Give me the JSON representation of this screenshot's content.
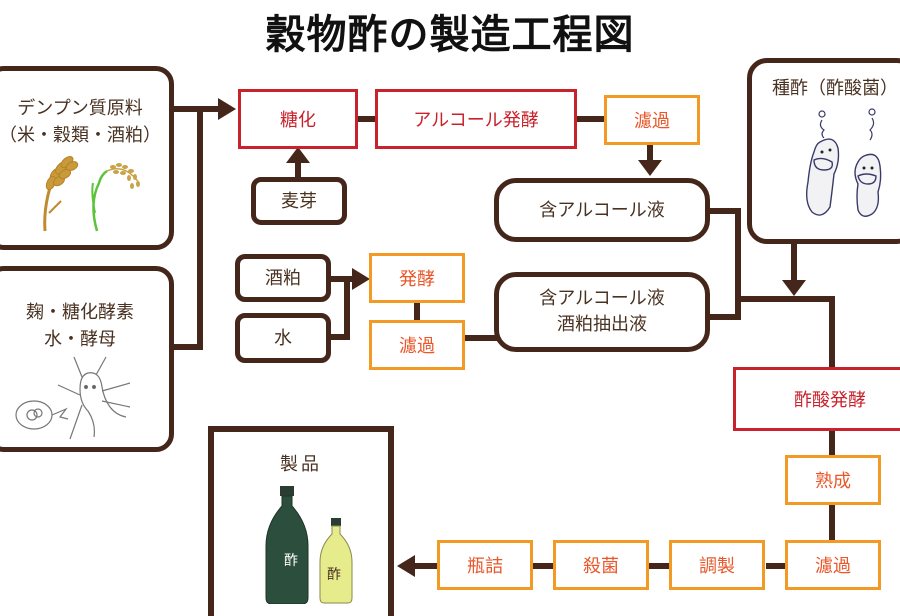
{
  "title": "穀物酢の製造工程図",
  "inputs": {
    "starch": {
      "line1": "デンプン質原料",
      "line2": "（米・穀類・酒粕）"
    },
    "koji": {
      "line1": "麹・糖化酵素",
      "line2": "水・酵母"
    },
    "malt": "麦芽",
    "sake_lees": "酒粕",
    "water": "水",
    "seed_vinegar": "種酢（酢酸菌）"
  },
  "process_steps": {
    "saccharification": "糖化",
    "alcohol_fermentation": "アルコール発酵",
    "filtration_1": "濾過",
    "fermentation": "発酵",
    "filtration_2": "濾過",
    "acetic_fermentation": "酢酸発酵",
    "aging": "熟成",
    "filtration_3": "濾過",
    "blending": "調製",
    "sterilization": "殺菌",
    "bottling": "瓶詰"
  },
  "intermediates": {
    "alcohol_liquid": "含アルコール液",
    "lees_extract": {
      "line1": "含アルコール液",
      "line2": "酒粕抽出液"
    }
  },
  "product": {
    "label": "製品",
    "bottle_large_label": "酢",
    "bottle_small_label": "酢"
  },
  "colors": {
    "line": "#45261a",
    "main_process": "#c8232c",
    "sub_process_border": "#f39a25",
    "sub_process_text": "#e9572a",
    "bottle_dark": "#2b4f3c",
    "bottle_light": "#e6ec8c"
  }
}
